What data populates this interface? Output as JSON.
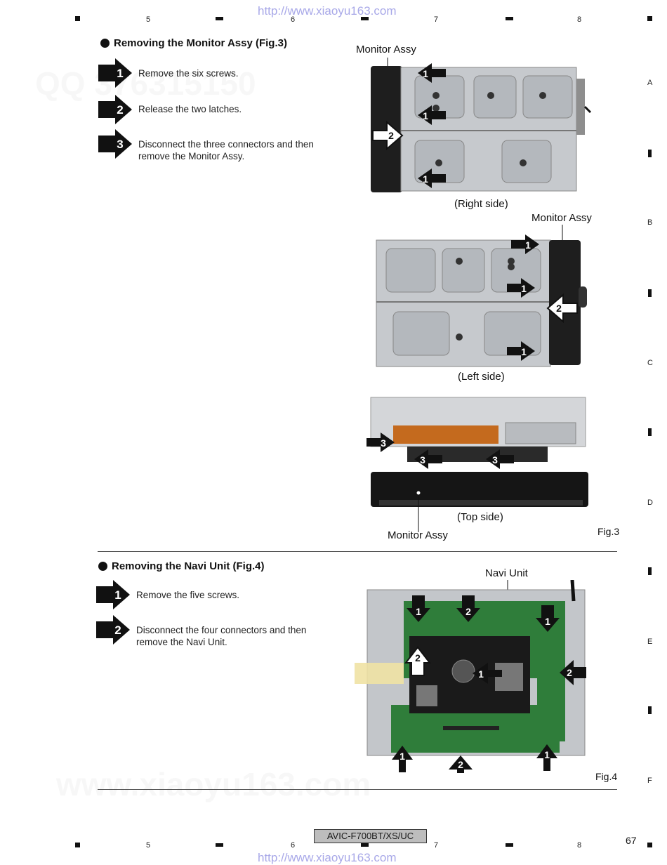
{
  "header_url": "http://www.xiaoyu163.com",
  "footer_url": "http://www.xiaoyu163.com",
  "column_numbers": [
    "5",
    "6",
    "7",
    "8"
  ],
  "row_letters": [
    "A",
    "B",
    "C",
    "D",
    "E",
    "F"
  ],
  "section1": {
    "title": "Removing the Monitor Assy (Fig.3)",
    "steps": [
      {
        "num": "1",
        "text": "Remove the six screws."
      },
      {
        "num": "2",
        "text": "Release the two latches."
      },
      {
        "num": "3",
        "text": "Disconnect the three connectors and then remove the Monitor Assy."
      }
    ],
    "images": {
      "right": {
        "caption": "(Right side)",
        "label": "Monitor Assy",
        "callouts": [
          "1",
          "1",
          "2",
          "1"
        ]
      },
      "left": {
        "caption": "(Left side)",
        "label": "Monitor Assy",
        "callouts": [
          "1",
          "1",
          "2",
          "1"
        ]
      },
      "top": {
        "caption": "(Top side)",
        "label": "Monitor Assy",
        "callouts": [
          "3",
          "3",
          "3"
        ]
      }
    },
    "fig_label": "Fig.3"
  },
  "section2": {
    "title": "Removing the Navi Unit (Fig.4)",
    "steps": [
      {
        "num": "1",
        "text": "Remove the five screws."
      },
      {
        "num": "2",
        "text": "Disconnect the four connectors and then remove the Navi Unit."
      }
    ],
    "image": {
      "label": "Navi Unit",
      "callouts": [
        "1",
        "2",
        "1",
        "2",
        "1",
        "2",
        "1",
        "2",
        "1"
      ]
    },
    "fig_label": "Fig.4"
  },
  "footer": {
    "model": "AVIC-F700BT/XS/UC",
    "page_number": "67"
  },
  "colors": {
    "arrow": "#111111",
    "photo_metal": "#c9ccd0",
    "board_green": "#2f7d3a",
    "link": "#a8a8e8"
  }
}
